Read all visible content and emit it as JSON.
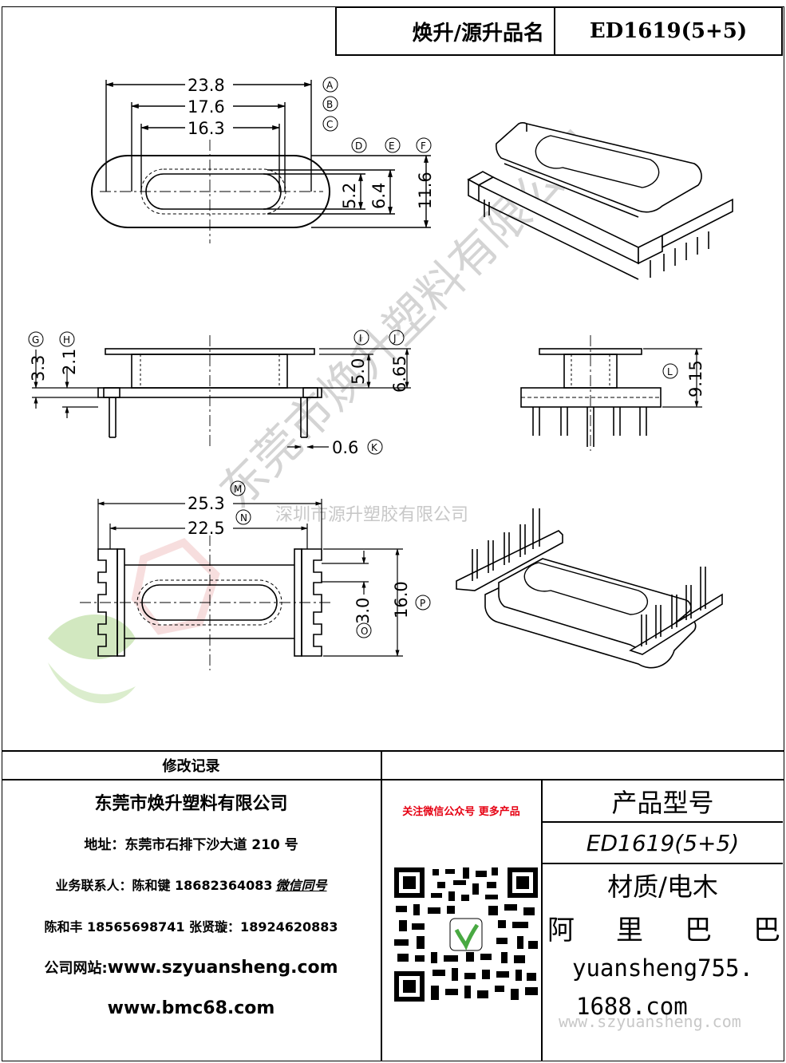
{
  "header": {
    "label": "焕升/源升品名",
    "product": "ED1619(5+5)"
  },
  "dimensions": {
    "A": "A",
    "B": "B",
    "C": "C",
    "D": "D",
    "E": "E",
    "F": "F",
    "G": "G",
    "H": "H",
    "I": "I",
    "J": "J",
    "K": "K",
    "L": "L",
    "M": "M",
    "N": "N",
    "O": "O",
    "P": "P",
    "d238": "23.8",
    "d176": "17.6",
    "d163": "16.3",
    "d52": "5.2",
    "d64": "6.4",
    "d116": "11.6",
    "d33": "3.3",
    "d21": "2.1",
    "d50": "5.0",
    "d665": "6.65",
    "d915": "9.15",
    "d06": "0.6",
    "d253": "25.3",
    "d225": "22.5",
    "d30": "3.0",
    "d160": "16.0"
  },
  "watermark": {
    "company_cn": "深圳市源升塑胶有限公司",
    "diagonal": "东莞市焕升塑料有限公司",
    "url": "www.szyuansheng.com"
  },
  "footer": {
    "revision_label": "修改记录",
    "company": "东莞市焕升塑料有限公司",
    "address": "地址：东莞市石排下沙大道 210 号",
    "contact1_prefix": "业务联系人：陈和键 18682364083",
    "contact1_wechat": "微信同号",
    "contact2": "陈和丰  18565698741  张贤璇：18924620883",
    "website_label": "公司网站: ",
    "website": "www.szyuansheng.com",
    "website2": "www.bmc68.com",
    "wechat_note": "关注微信公众号  更多产品",
    "type_label": "产品型号",
    "type_value": "ED1619(5+5)",
    "material": "材质/电木",
    "alibaba": [
      "阿",
      "里",
      "巴",
      "巴"
    ],
    "shop_line1": "yuansheng755.",
    "shop_line2": "1688.com"
  },
  "colors": {
    "line": "#000000",
    "watermark": "#c8c8c8",
    "red": "#e60012"
  }
}
